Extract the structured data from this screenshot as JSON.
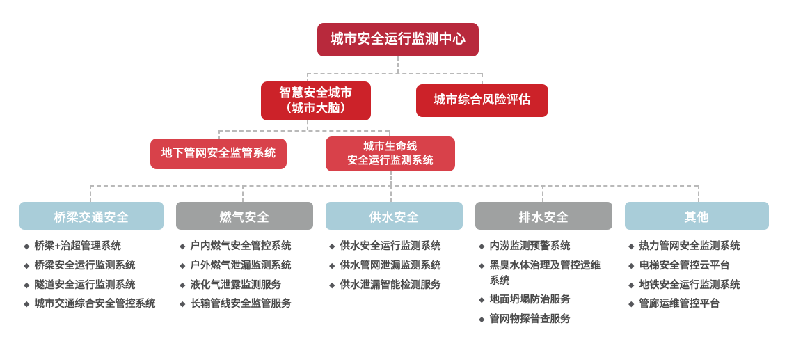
{
  "diagram": {
    "title_node": "城市安全运行监测中心",
    "level2": [
      {
        "label": "智慧安全城市\n（城市大脑）"
      },
      {
        "label": "城市综合风险评估"
      }
    ],
    "level3": [
      {
        "label": "地下管网安全监管系统"
      },
      {
        "label": "城市生命线\n安全运行监测系统"
      }
    ],
    "columns": [
      {
        "header": "桥梁交通安全",
        "style": "blue",
        "items": [
          "桥梁+治超管理系统",
          "桥梁安全运行监测系统",
          "隧道安全运行监测系统",
          "城市交通综合安全管控系统"
        ]
      },
      {
        "header": "燃气安全",
        "style": "gray",
        "items": [
          "户内燃气安全管控系统",
          "户外燃气泄漏监测系统",
          "液化气泄露监测服务",
          "长输管线安全监管服务"
        ]
      },
      {
        "header": "供水安全",
        "style": "blue",
        "items": [
          "供水安全运行监测系统",
          "供水管网泄漏监测系统",
          "供水泄漏智能检测服务"
        ]
      },
      {
        "header": "排水安全",
        "style": "gray",
        "items": [
          "内涝监测预警系统",
          "黑臭水体治理及管控运维系统",
          "地面坍塌防治服务",
          "管网物探普查服务"
        ]
      },
      {
        "header": "其他",
        "style": "blue",
        "items": [
          "热力管网安全监测系统",
          "电梯安全管控云平台",
          "地铁安全运行监测系统",
          "管廊运维管控平台"
        ]
      }
    ],
    "bullet_glyph": "◆",
    "colors": {
      "level1_red": "#b8293c",
      "level2_red": "#cc2229",
      "level3_red": "#d8414a",
      "header_blue": "#a9cdd9",
      "header_gray": "#9fa1a1",
      "connector_gray": "#b9b9b9",
      "list_text": "#4a4a4a",
      "background": "#ffffff"
    }
  }
}
